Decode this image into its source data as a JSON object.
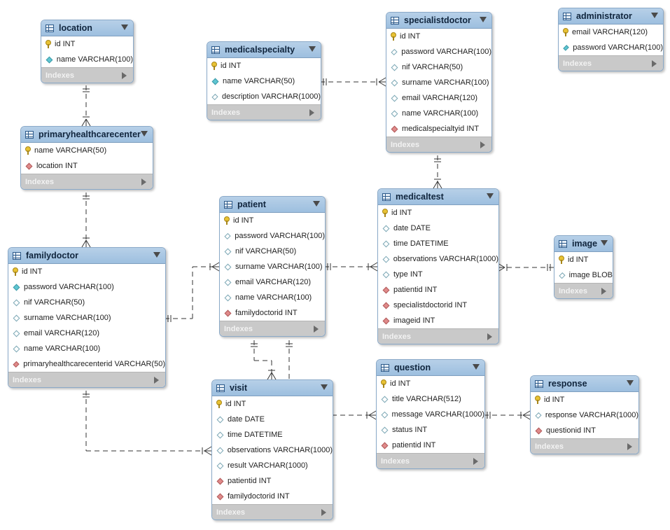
{
  "diagram": {
    "tables": [
      {
        "id": "location",
        "name": "location",
        "cols": [
          {
            "text": "id INT",
            "kind": "pk"
          },
          {
            "text": "name VARCHAR(100)",
            "kind": "nn"
          }
        ]
      },
      {
        "id": "medicalspecialty",
        "name": "medicalspecialty",
        "cols": [
          {
            "text": "id INT",
            "kind": "pk"
          },
          {
            "text": "name VARCHAR(50)",
            "kind": "nn"
          },
          {
            "text": "description VARCHAR(1000)",
            "kind": "col"
          }
        ]
      },
      {
        "id": "specialistdoctor",
        "name": "specialistdoctor",
        "cols": [
          {
            "text": "id INT",
            "kind": "pk"
          },
          {
            "text": "password VARCHAR(100)",
            "kind": "col"
          },
          {
            "text": "nif VARCHAR(50)",
            "kind": "col"
          },
          {
            "text": "surname VARCHAR(100)",
            "kind": "col"
          },
          {
            "text": "email VARCHAR(120)",
            "kind": "col"
          },
          {
            "text": "name VARCHAR(100)",
            "kind": "col"
          },
          {
            "text": "medicalspecialtyid INT",
            "kind": "fk"
          }
        ]
      },
      {
        "id": "administrator",
        "name": "administrator",
        "cols": [
          {
            "text": "email VARCHAR(120)",
            "kind": "pk"
          },
          {
            "text": "password VARCHAR(100)",
            "kind": "nn"
          }
        ]
      },
      {
        "id": "primaryhealthcarecenter",
        "name": "primaryhealthcarecenter",
        "cols": [
          {
            "text": "name VARCHAR(50)",
            "kind": "pk"
          },
          {
            "text": "location INT",
            "kind": "fk"
          }
        ]
      },
      {
        "id": "patient",
        "name": "patient",
        "cols": [
          {
            "text": "id INT",
            "kind": "pk"
          },
          {
            "text": "password VARCHAR(100)",
            "kind": "col"
          },
          {
            "text": "nif VARCHAR(50)",
            "kind": "col"
          },
          {
            "text": "surname VARCHAR(100)",
            "kind": "col"
          },
          {
            "text": "email VARCHAR(120)",
            "kind": "col"
          },
          {
            "text": "name VARCHAR(100)",
            "kind": "col"
          },
          {
            "text": "familydoctorid INT",
            "kind": "fk"
          }
        ]
      },
      {
        "id": "medicaltest",
        "name": "medicaltest",
        "cols": [
          {
            "text": "id INT",
            "kind": "pk"
          },
          {
            "text": "date DATE",
            "kind": "col"
          },
          {
            "text": "time DATETIME",
            "kind": "col"
          },
          {
            "text": "observations VARCHAR(1000)",
            "kind": "col"
          },
          {
            "text": "type INT",
            "kind": "col"
          },
          {
            "text": "patientid INT",
            "kind": "fk"
          },
          {
            "text": "specialistdoctorid INT",
            "kind": "fk"
          },
          {
            "text": "imageid INT",
            "kind": "fk"
          }
        ]
      },
      {
        "id": "image",
        "name": "image",
        "cols": [
          {
            "text": "id INT",
            "kind": "pk"
          },
          {
            "text": "image BLOB",
            "kind": "col"
          }
        ]
      },
      {
        "id": "familydoctor",
        "name": "familydoctor",
        "cols": [
          {
            "text": "id INT",
            "kind": "pk"
          },
          {
            "text": "password VARCHAR(100)",
            "kind": "nn"
          },
          {
            "text": "nif VARCHAR(50)",
            "kind": "col"
          },
          {
            "text": "surname VARCHAR(100)",
            "kind": "col"
          },
          {
            "text": "email VARCHAR(120)",
            "kind": "col"
          },
          {
            "text": "name VARCHAR(100)",
            "kind": "col"
          },
          {
            "text": "primaryhealthcarecenterid VARCHAR(50)",
            "kind": "fk"
          }
        ]
      },
      {
        "id": "visit",
        "name": "visit",
        "cols": [
          {
            "text": "id INT",
            "kind": "pk"
          },
          {
            "text": "date DATE",
            "kind": "col"
          },
          {
            "text": "time DATETIME",
            "kind": "col"
          },
          {
            "text": "observations VARCHAR(1000)",
            "kind": "col"
          },
          {
            "text": "result VARCHAR(1000)",
            "kind": "col"
          },
          {
            "text": "patientid INT",
            "kind": "fk"
          },
          {
            "text": "familydoctorid INT",
            "kind": "fk"
          }
        ]
      },
      {
        "id": "question",
        "name": "question",
        "cols": [
          {
            "text": "id INT",
            "kind": "pk"
          },
          {
            "text": "title VARCHAR(512)",
            "kind": "col"
          },
          {
            "text": "message VARCHAR(1000)",
            "kind": "col"
          },
          {
            "text": "status INT",
            "kind": "col"
          },
          {
            "text": "patientid INT",
            "kind": "fk"
          }
        ]
      },
      {
        "id": "response",
        "name": "response",
        "cols": [
          {
            "text": "id INT",
            "kind": "pk"
          },
          {
            "text": "response VARCHAR(1000)",
            "kind": "col"
          },
          {
            "text": "questionid INT",
            "kind": "fk"
          }
        ]
      }
    ],
    "indexes_label": "Indexes",
    "relationships": [
      {
        "from": "location",
        "to": "primaryhealthcarecenter",
        "type": "one-to-many"
      },
      {
        "from": "medicalspecialty",
        "to": "specialistdoctor",
        "type": "one-to-many"
      },
      {
        "from": "specialistdoctor",
        "to": "medicaltest",
        "type": "one-to-many"
      },
      {
        "from": "primaryhealthcarecenter",
        "to": "familydoctor",
        "type": "one-to-many"
      },
      {
        "from": "familydoctor",
        "to": "patient",
        "type": "one-to-many"
      },
      {
        "from": "patient",
        "to": "medicaltest",
        "type": "one-to-many"
      },
      {
        "from": "image",
        "to": "medicaltest",
        "type": "one-to-many"
      },
      {
        "from": "patient",
        "to": "visit",
        "type": "one-to-many"
      },
      {
        "from": "familydoctor",
        "to": "visit",
        "type": "one-to-many"
      },
      {
        "from": "patient",
        "to": "question",
        "type": "one-to-many"
      },
      {
        "from": "question",
        "to": "response",
        "type": "one-to-many"
      }
    ],
    "colors": {
      "header": "#9dbfdf",
      "footer": "#c9c9c9",
      "border": "#8aa9c8",
      "primary_key": "#e8c233",
      "foreign_key": "#e08a8a",
      "not_null": "#5fc6d2",
      "line": "#333333"
    }
  }
}
